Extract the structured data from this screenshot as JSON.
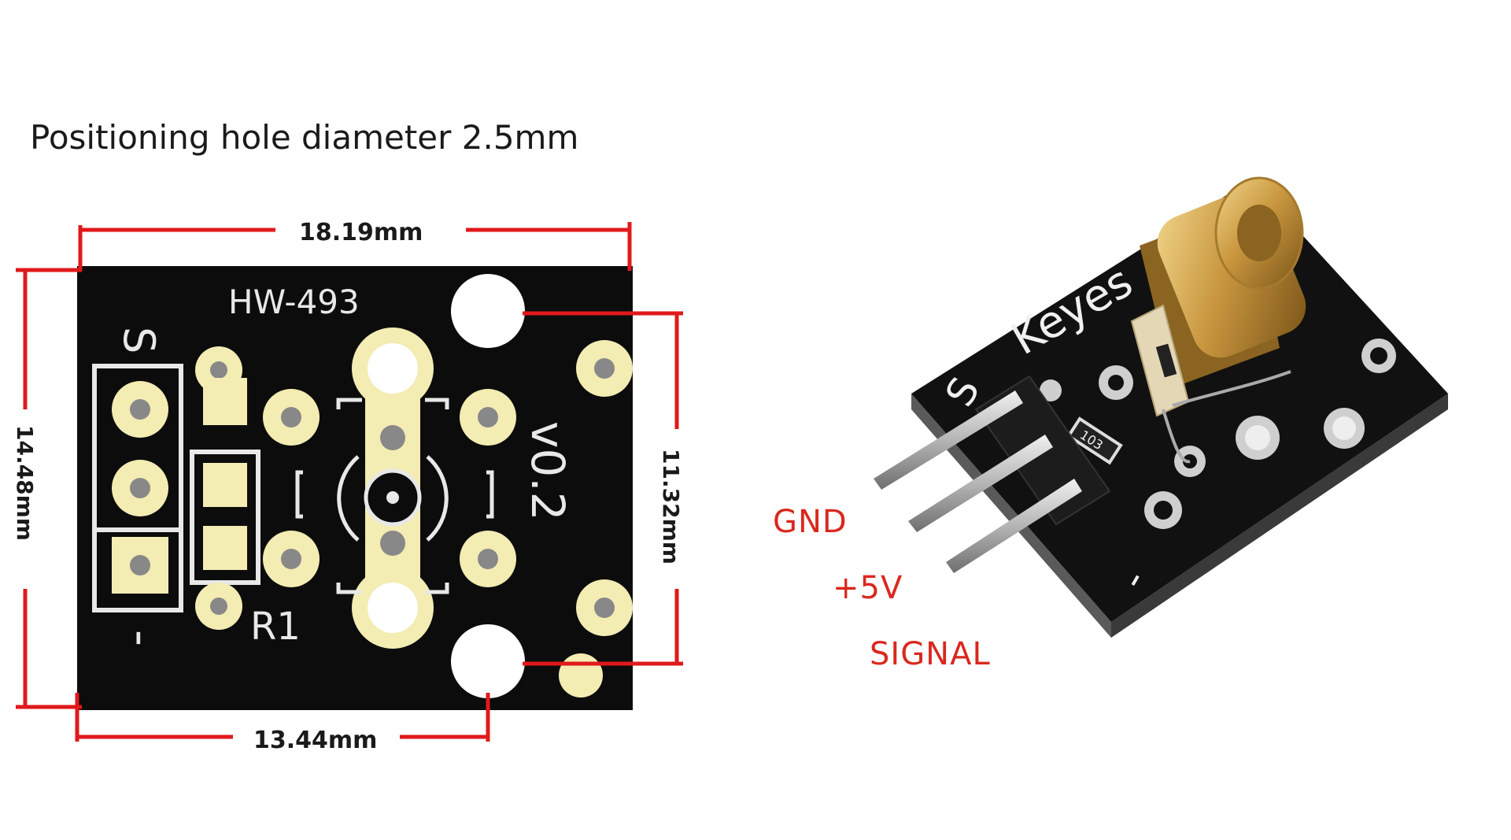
{
  "heading": "Positioning hole diameter 2.5mm",
  "board": {
    "model": "HW-493",
    "version": "v0.2",
    "resistor_label": "R1",
    "pin_s": "S",
    "pin_minus": "-"
  },
  "dimensions": {
    "width_top": "18.19mm",
    "height_left": "14.48mm",
    "hole_spacing_right": "11.32mm",
    "hole_offset_bottom": "13.44mm"
  },
  "photo": {
    "brand": "Keyes",
    "pin_s": "S",
    "pin_minus": "-",
    "resistor_code": "103"
  },
  "pin_labels": {
    "gnd": "GND",
    "vcc": "+5V",
    "signal": "SIGNAL"
  },
  "colors": {
    "dimension_red": "#e0191b",
    "pad_yellow": "#f3ecb3",
    "pcb_black": "#0c0c0c",
    "label_red": "#d9281f",
    "brass": "#c9a04a"
  }
}
